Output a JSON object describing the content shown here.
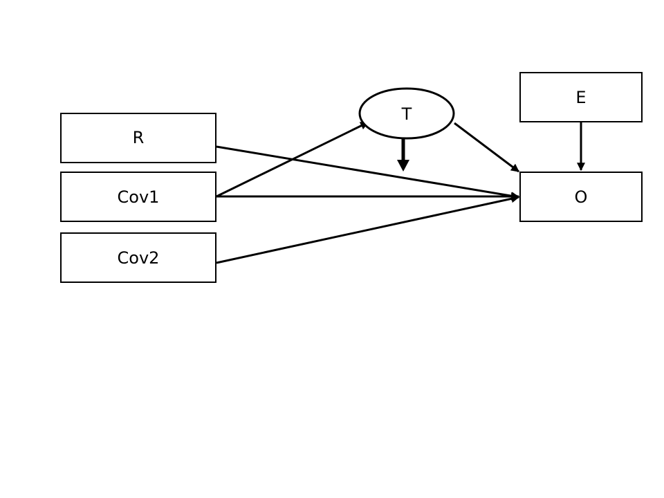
{
  "diagram": {
    "nodes": {
      "r": "R",
      "cov1": "Cov1",
      "cov2": "Cov2",
      "t": "T",
      "e": "E",
      "o": "O"
    }
  },
  "colors": {
    "stroke": "#000000",
    "background": "#ffffff"
  }
}
